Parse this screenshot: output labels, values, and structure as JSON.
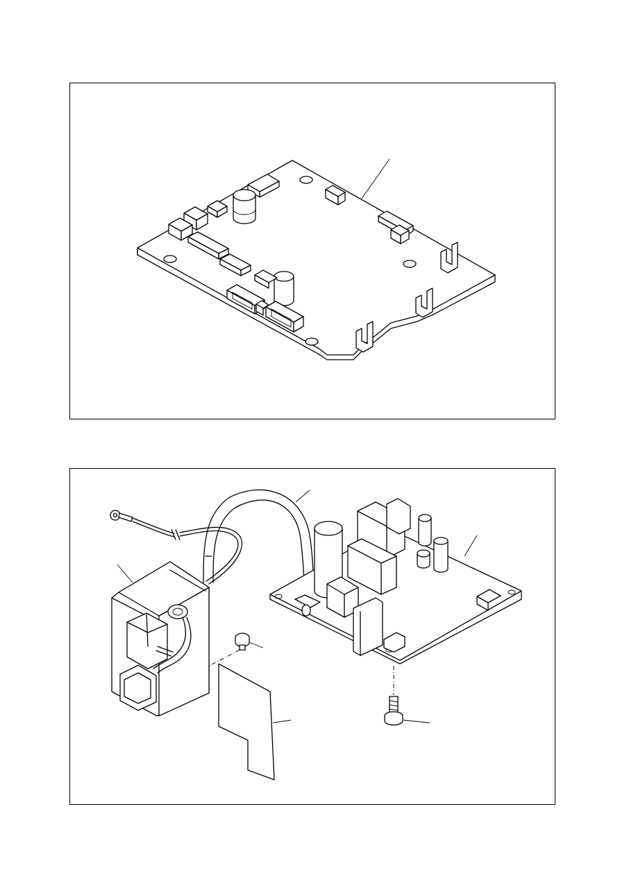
{
  "figures": [
    {
      "id": "top",
      "subject": "main-pcb-assembly"
    },
    {
      "id": "bottom",
      "subject": "power-supply-pcb-with-ac-inlet-and-cable"
    }
  ]
}
